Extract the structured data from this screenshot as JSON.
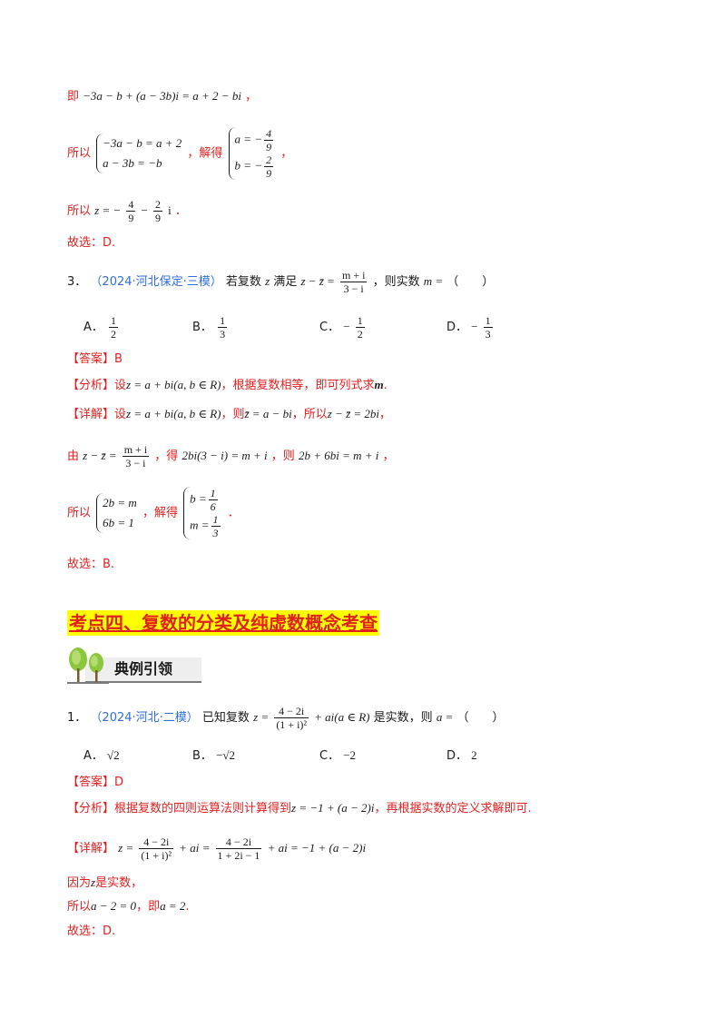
{
  "prev_solution": {
    "line1_prefix": "即",
    "line1_math": "−3a − b + (a − 3b)i = a + 2 − bi",
    "line1_end": "，",
    "line2_prefix": "所以",
    "system1": [
      "−3a − b = a + 2",
      "a − 3b = −b"
    ],
    "line2_mid": "，解得",
    "sol_a_lhs": "a = −",
    "sol_a_num": "4",
    "sol_a_den": "9",
    "sol_b_lhs": "b = −",
    "sol_b_num": "2",
    "sol_b_den": "9",
    "line2_end": "，",
    "line3_prefix": "所以",
    "line3_z": "z = −",
    "line3_f1_num": "4",
    "line3_f1_den": "9",
    "line3_minus": "−",
    "line3_f2_num": "2",
    "line3_f2_den": "9",
    "line3_i": "i",
    "line3_end": "．",
    "answer": "故选：D."
  },
  "q3": {
    "number": "3．",
    "source": "（2024·河北保定·三模）",
    "text_a": "若复数",
    "var_z": "z",
    "text_b": "满足",
    "eq_lhs": "z − z̄ =",
    "eq_num": "m + i",
    "eq_den": "3 − i",
    "text_c": "，则实数",
    "var_m": "m =",
    "paren": "（　　）",
    "options": [
      {
        "letter": "A．",
        "num": "1",
        "den": "2",
        "sign": ""
      },
      {
        "letter": "B．",
        "num": "1",
        "den": "3",
        "sign": ""
      },
      {
        "letter": "C．",
        "num": "1",
        "den": "2",
        "sign": "−"
      },
      {
        "letter": "D．",
        "num": "1",
        "den": "3",
        "sign": "−"
      }
    ],
    "answer_label": "【答案】",
    "answer_value": "B",
    "analysis_label": "【分析】",
    "analysis_a": "设",
    "analysis_math": "z = a + bi(a, b ∈ R)",
    "analysis_b": "，根据复数相等，即可列式求",
    "analysis_m": "m",
    "analysis_end": ".",
    "detail_label": "【详解】",
    "detail_a": "设",
    "detail_math1": "z = a + bi(a, b ∈ R)",
    "detail_b": "，则",
    "detail_math2": "z̄ = a − bi",
    "detail_c": "，所以",
    "detail_math3": "z − z̄ = 2bi",
    "detail_end": "，",
    "line_by": "由",
    "line_by_lhs": "z − z̄ =",
    "line_by_num": "m + i",
    "line_by_den": "3 − i",
    "line_by_mid": "，得",
    "line_by_math1": "2bi(3 − i) = m + i",
    "line_by_then": "，则",
    "line_by_math2": "2b + 6bi = m + i",
    "line_by_end": "，",
    "sys_prefix": "所以",
    "system": [
      "2b = m",
      "6b = 1"
    ],
    "sys_mid": "，解得",
    "sol_b_lhs": "b =",
    "sol_b_num": "1",
    "sol_b_den": "6",
    "sol_m_lhs": "m =",
    "sol_m_num": "1",
    "sol_m_den": "3",
    "sys_end": "．",
    "final": "故选：B."
  },
  "section": {
    "title": "考点四、复数的分类及纯虚数概念考查",
    "banner": "典例引领"
  },
  "q1": {
    "number": "1．",
    "source": "（2024·河北·二模）",
    "text_a": "已知复数",
    "eq_lhs": "z =",
    "eq_num": "4 − 2i",
    "eq_den": "(1 + i)²",
    "eq_rest": "+ ai(a ∈ R)",
    "text_b": "是实数，则",
    "var_a": "a =",
    "paren": "（　　）",
    "options": [
      {
        "letter": "A．",
        "value": "√2"
      },
      {
        "letter": "B．",
        "value": "−√2"
      },
      {
        "letter": "C．",
        "value": "−2"
      },
      {
        "letter": "D．",
        "value": "2"
      }
    ],
    "answer_label": "【答案】",
    "answer_value": "D",
    "analysis_label": "【分析】",
    "analysis_a": "根据复数的四则运算法则计算得到",
    "analysis_math": "z = −1 + (a − 2)i",
    "analysis_b": "，再根据实数的定义求解即可.",
    "detail_label": "【详解】",
    "detail_z": "z =",
    "detail_f1_num": "4 − 2i",
    "detail_f1_den": "(1 + i)²",
    "detail_mid1": "+ ai =",
    "detail_f2_num": "4 − 2i",
    "detail_f2_den": "1 + 2i − 1",
    "detail_mid2": "+ ai = −1 + (a − 2)i",
    "because_a": "因为",
    "because_z": "z",
    "because_b": "是实数，",
    "so_a": "所以",
    "so_math1": "a − 2 = 0",
    "so_b": "，即",
    "so_math2": "a = 2",
    "so_end": ".",
    "final": "故选：D."
  }
}
